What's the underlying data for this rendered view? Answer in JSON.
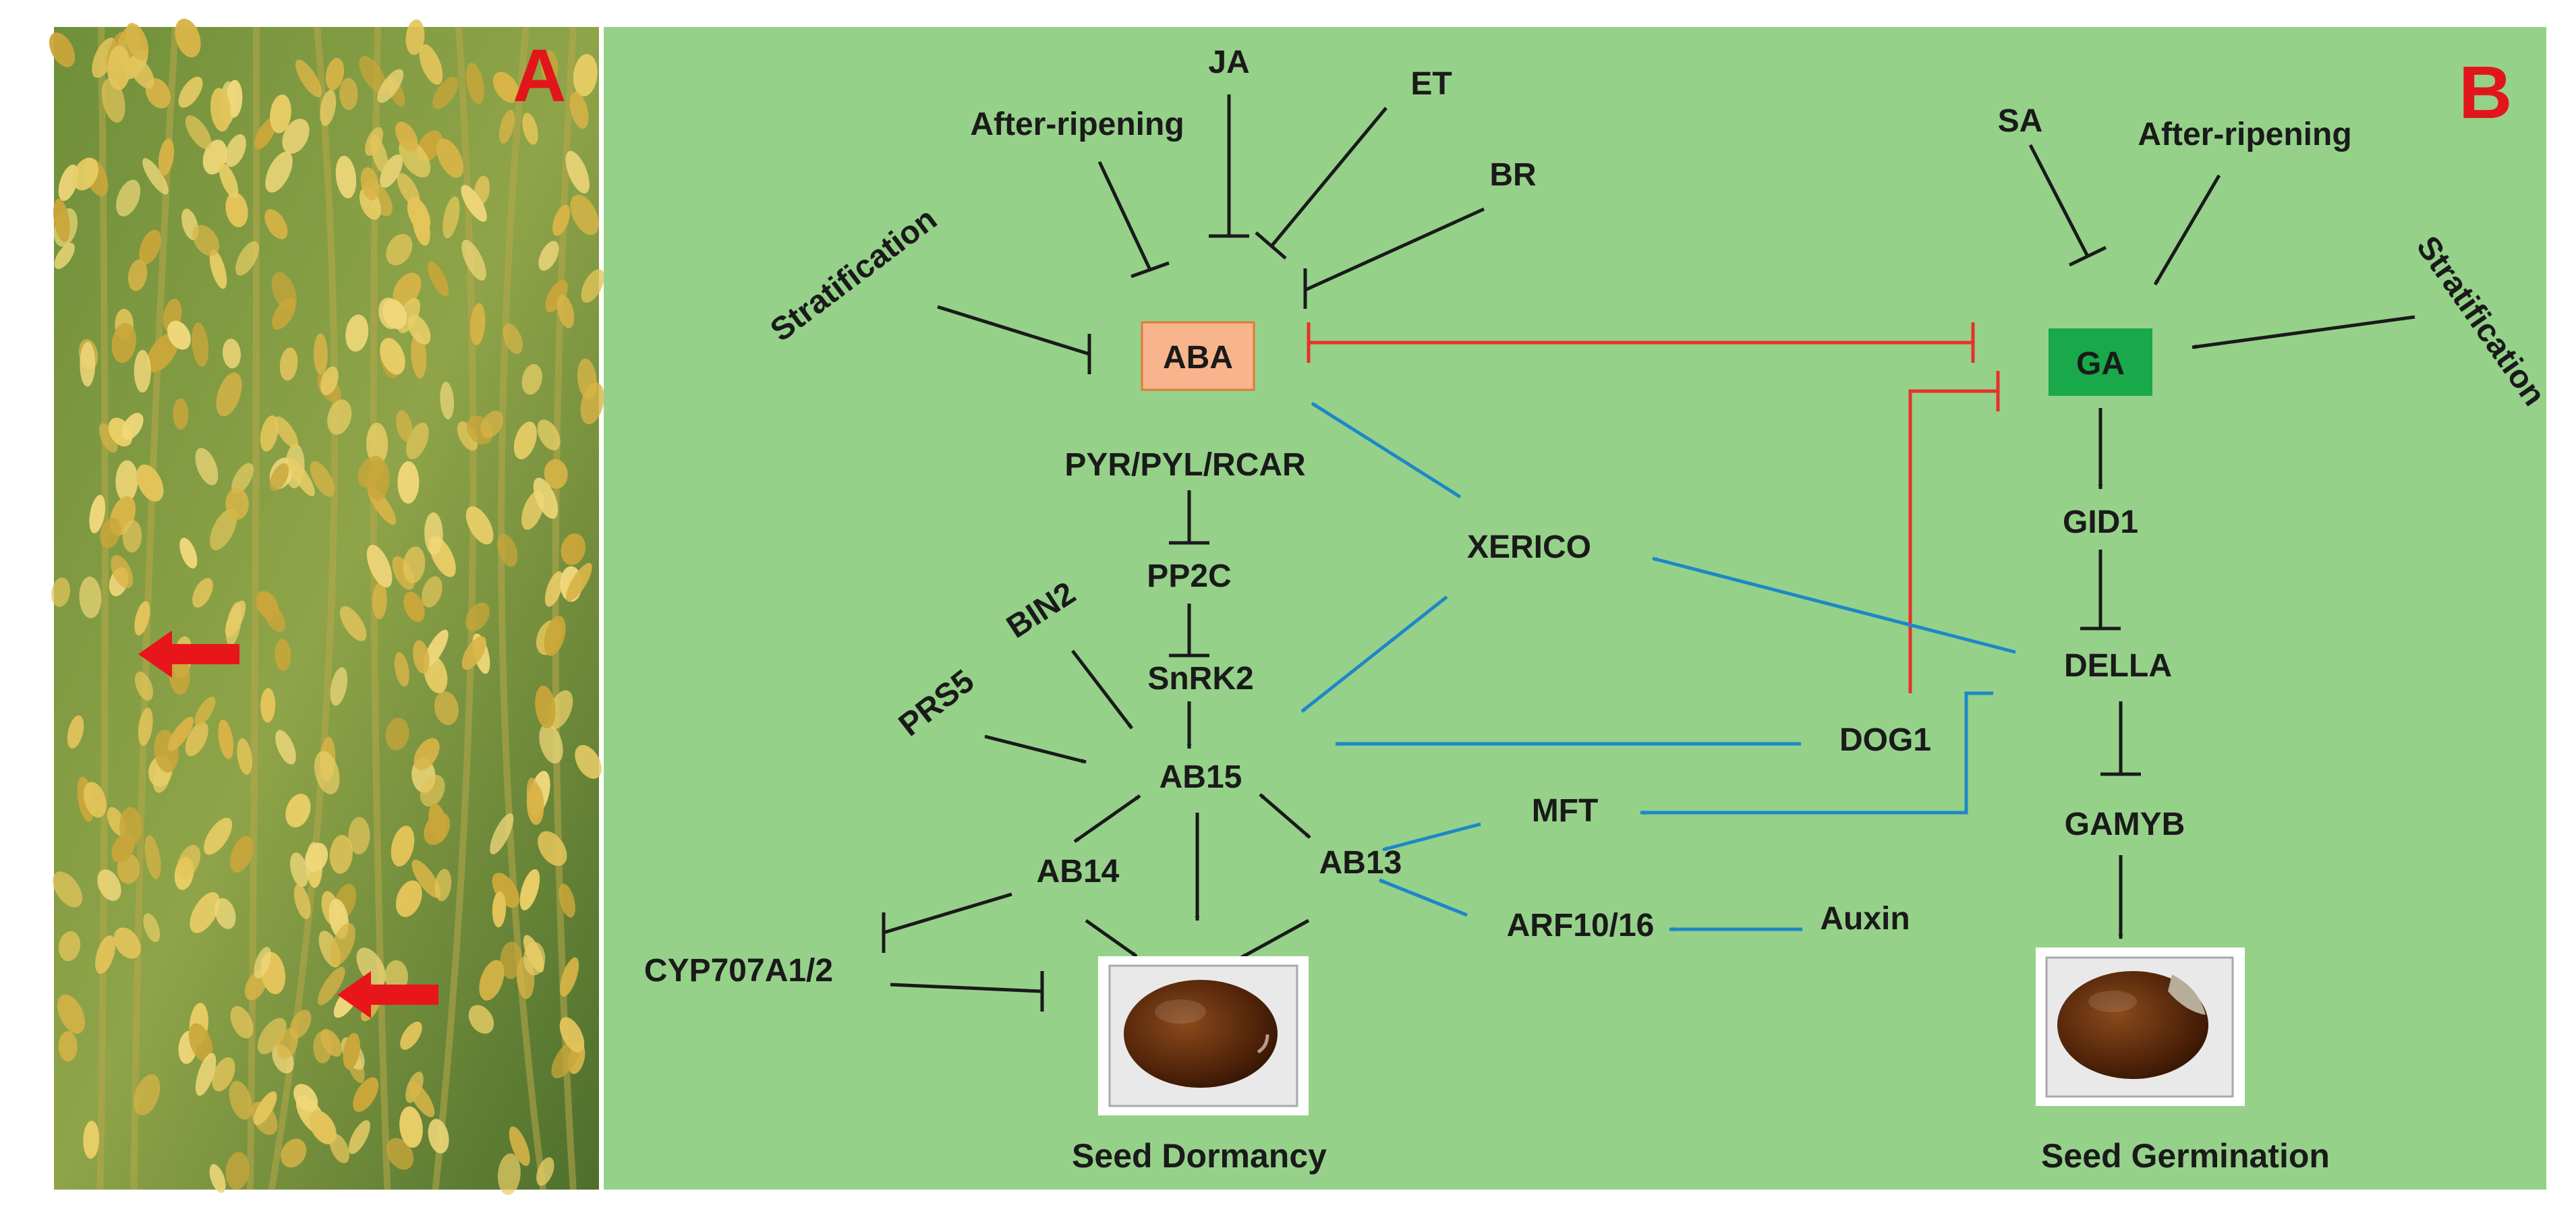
{
  "colors": {
    "background": "#96d18a",
    "panel_border": "#ffffff",
    "black_edge": "#1a1a1a",
    "red_edge": "#e8312b",
    "blue_edge": "#1e87c8",
    "panel_letter": "#e2151b",
    "aba_fill": "#f8b48c",
    "aba_stroke": "#e07a3a",
    "ga_fill": "#19a84a",
    "ga_stroke": "#0e7d34",
    "photo_arrow": "#e8151b"
  },
  "panel_a": {
    "label": "A",
    "image": "rice panicles photograph"
  },
  "panel_b": {
    "label": "B",
    "nodes": {
      "aba": "ABA",
      "ga": "GA",
      "ja": "JA",
      "et": "ET",
      "br": "BR",
      "after_ripening_left": "After-ripening",
      "stratification_left": "Stratification",
      "sa": "SA",
      "after_ripening_right": "After-ripening",
      "stratification_right": "Stratification",
      "pyr": "PYR/PYL/RCAR",
      "pp2c": "PP2C",
      "snrk2": "SnRK2",
      "bin2": "BIN2",
      "prs5": "PRS5",
      "ab15": "AB15",
      "ab14": "AB14",
      "ab13": "AB13",
      "cyp": "CYP707A1/2",
      "xerico": "XERICO",
      "dog1": "DOG1",
      "mft": "MFT",
      "arf": "ARF10/16",
      "auxin": "Auxin",
      "gid1": "GID1",
      "della": "DELLA",
      "gamyb": "GAMYB"
    },
    "outcomes": {
      "dormancy": "Seed Dormancy",
      "germination": "Seed Germination"
    }
  }
}
